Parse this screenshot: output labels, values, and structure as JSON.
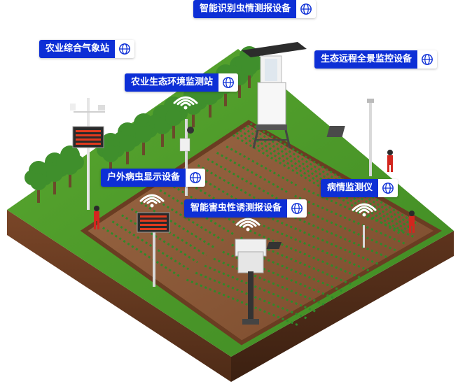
{
  "labels": {
    "insect_identify": "智能识别虫情测报设备",
    "weather_station": "农业综合气象站",
    "remote_monitor": "生态远程全景监控设备",
    "env_station": "农业生态环境监测站",
    "outdoor_display": "户外病虫显示设备",
    "disease_monitor": "病情监测仪",
    "sex_lure": "智能害虫性诱测报设备"
  },
  "icon": "globe-icon",
  "colors": {
    "label_bg": "#0d2fd6",
    "label_text": "#ffffff",
    "icon_color": "#0d2fd6",
    "grass": "#4f9a2a",
    "soil": "#6b3e24",
    "field": "#8a5a3a",
    "crop": "#2f8a2a",
    "tree": "#3f8f2c",
    "worker": "#d3261e",
    "signal": "#ffffff"
  }
}
